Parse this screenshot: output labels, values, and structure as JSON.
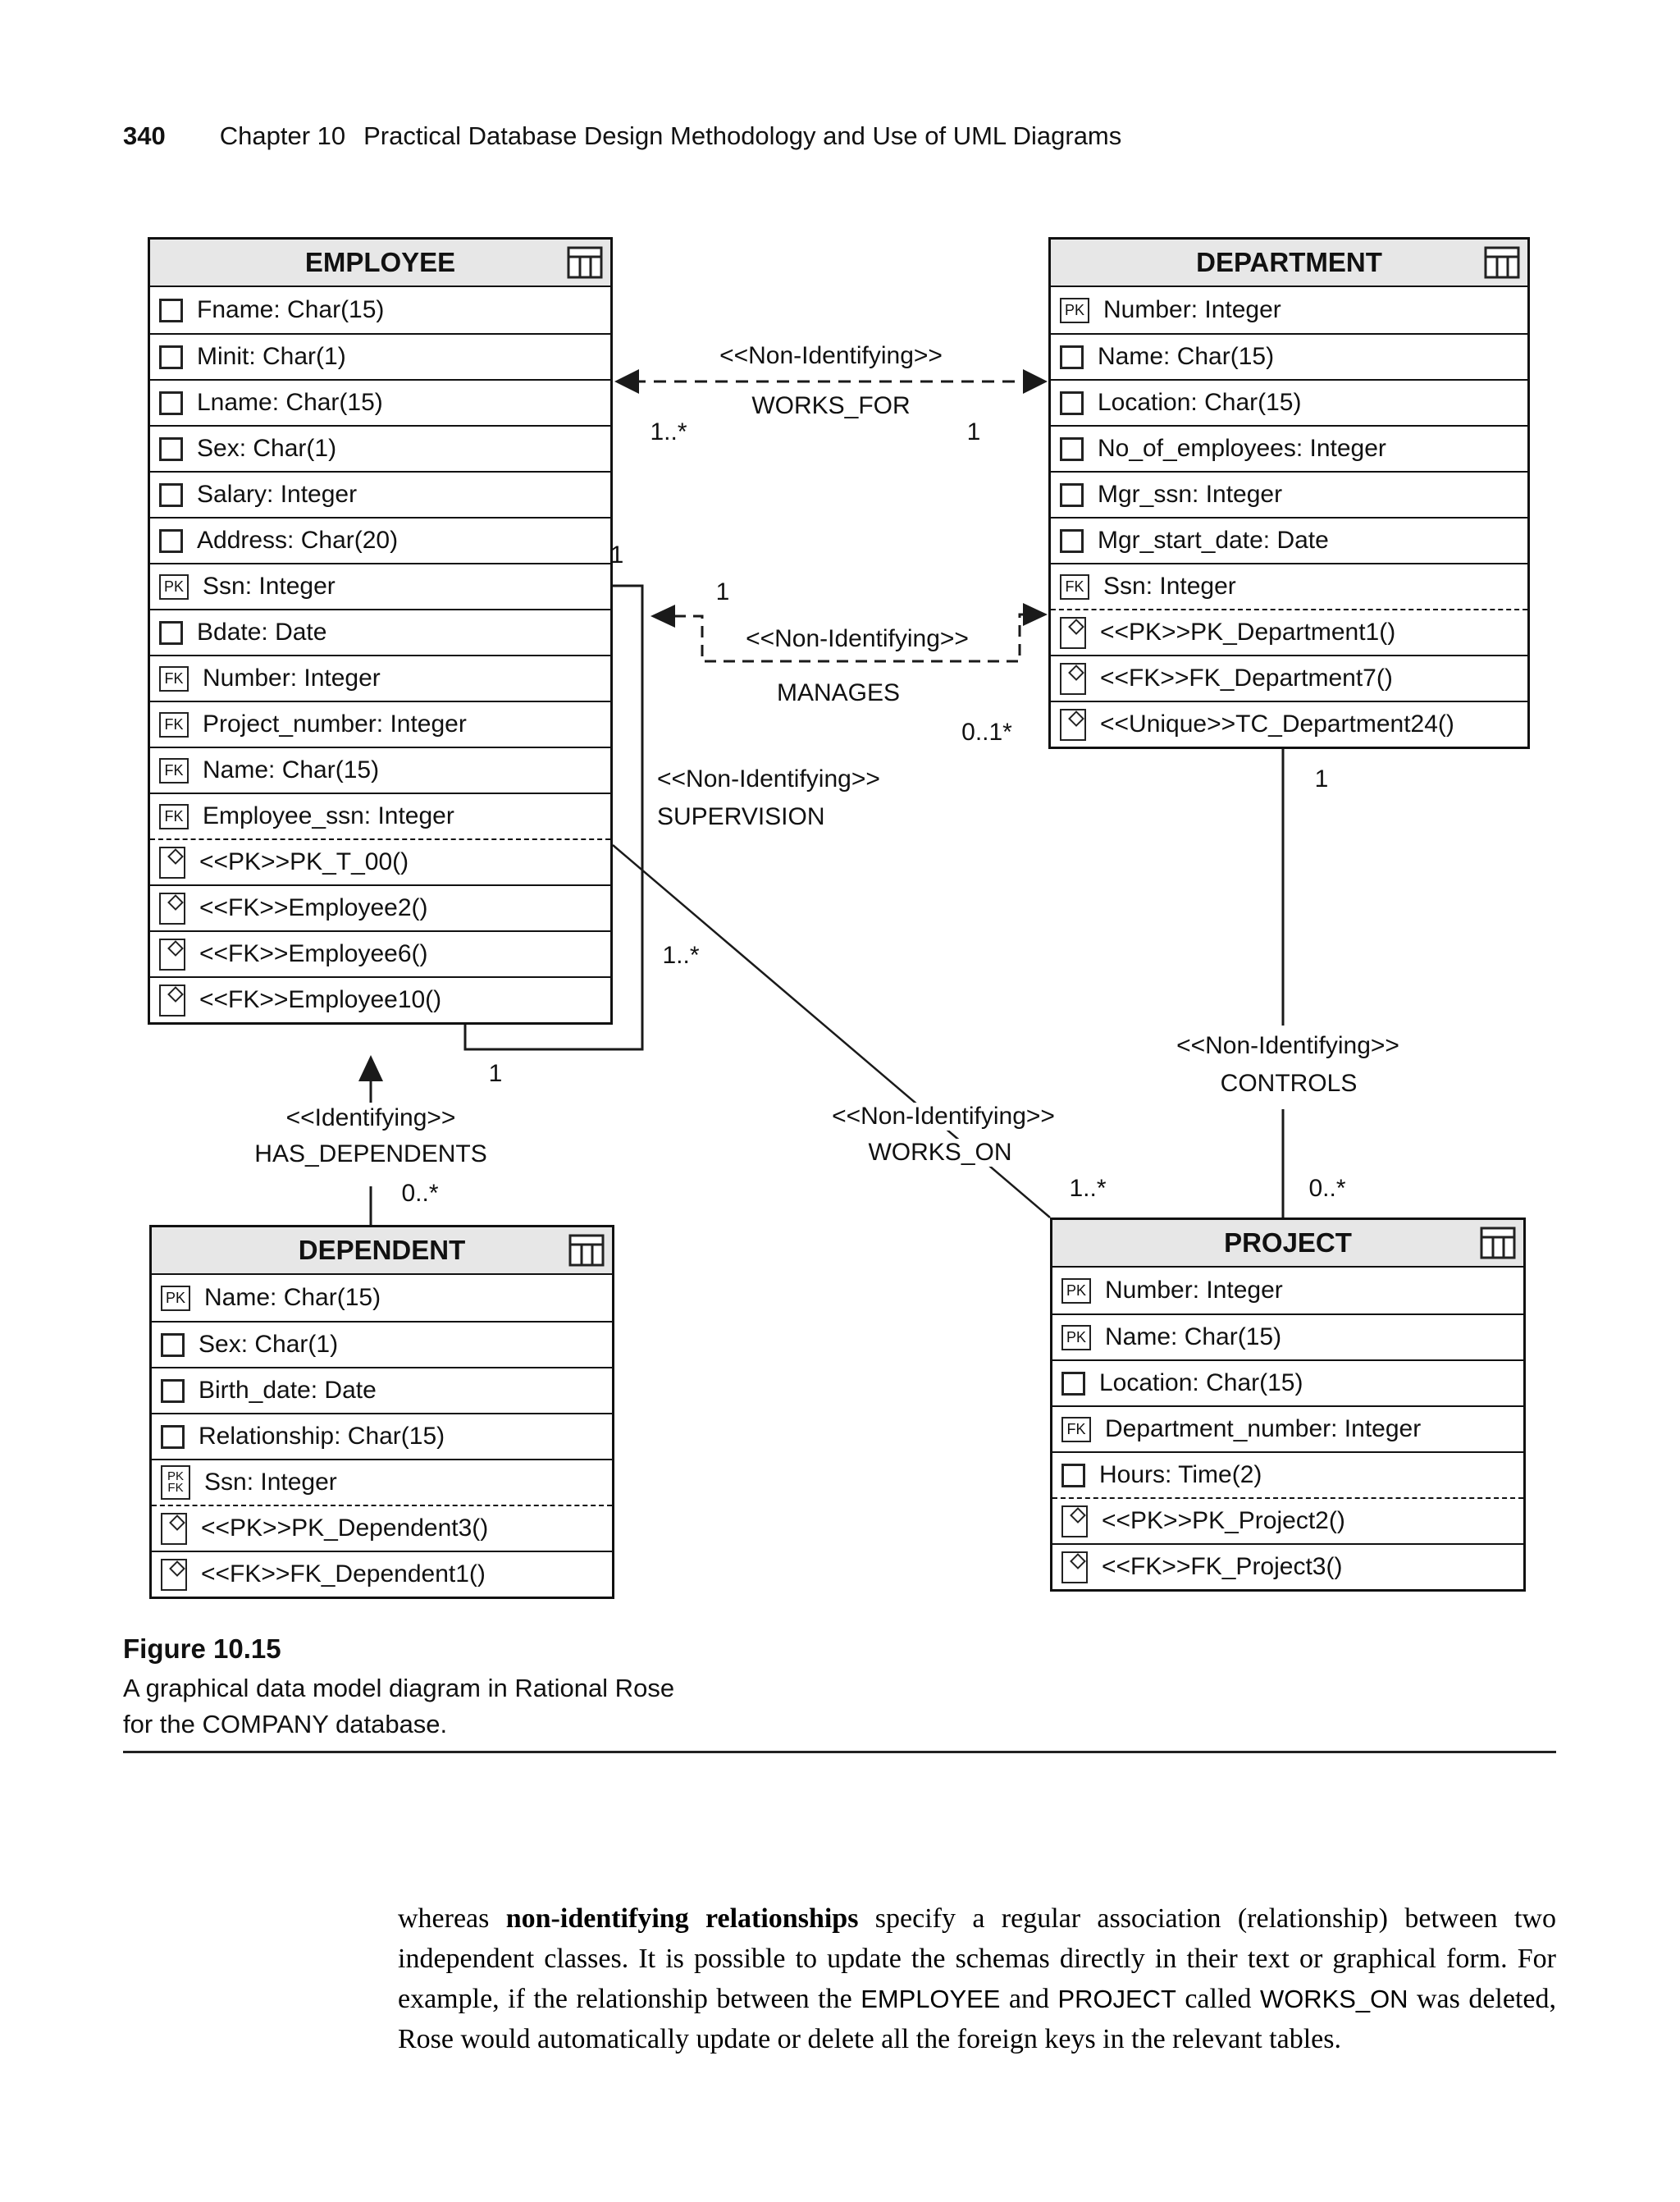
{
  "page": {
    "number": "340",
    "chapter_label": "Chapter 10",
    "chapter_title": "Practical Database Design Methodology and Use of UML Diagrams"
  },
  "diagram": {
    "employee": {
      "title": "EMPLOYEE",
      "rows": [
        {
          "icon": "checkbox-icon",
          "badge": "",
          "label": "Fname: Char(15)"
        },
        {
          "icon": "checkbox-icon",
          "badge": "",
          "label": "Minit: Char(1)"
        },
        {
          "icon": "checkbox-icon",
          "badge": "",
          "label": "Lname: Char(15)"
        },
        {
          "icon": "checkbox-icon",
          "badge": "",
          "label": "Sex: Char(1)"
        },
        {
          "icon": "checkbox-icon",
          "badge": "",
          "label": "Salary: Integer"
        },
        {
          "icon": "checkbox-icon",
          "badge": "",
          "label": "Address: Char(20)"
        },
        {
          "icon": "pk-icon",
          "badge": "PK",
          "label": "Ssn: Integer"
        },
        {
          "icon": "checkbox-icon",
          "badge": "",
          "label": "Bdate: Date"
        },
        {
          "icon": "fk-icon",
          "badge": "FK",
          "label": "Number: Integer"
        },
        {
          "icon": "fk-icon",
          "badge": "FK",
          "label": "Project_number: Integer"
        },
        {
          "icon": "fk-icon",
          "badge": "FK",
          "label": "Name: Char(15)"
        },
        {
          "icon": "fk-icon",
          "badge": "FK",
          "label": "Employee_ssn: Integer"
        },
        {
          "icon": "operation-icon",
          "badge": "",
          "label": "<<PK>>PK_T_00()",
          "cls": "sep-row"
        },
        {
          "icon": "operation-icon",
          "badge": "",
          "label": "<<FK>>Employee2()"
        },
        {
          "icon": "operation-icon",
          "badge": "",
          "label": "<<FK>>Employee6()"
        },
        {
          "icon": "operation-icon",
          "badge": "",
          "label": "<<FK>>Employee10()"
        }
      ]
    },
    "department": {
      "title": "DEPARTMENT",
      "rows": [
        {
          "icon": "pk-icon",
          "badge": "PK",
          "label": "Number: Integer"
        },
        {
          "icon": "checkbox-icon",
          "badge": "",
          "label": "Name: Char(15)"
        },
        {
          "icon": "checkbox-icon",
          "badge": "",
          "label": "Location: Char(15)"
        },
        {
          "icon": "checkbox-icon",
          "badge": "",
          "label": "No_of_employees: Integer"
        },
        {
          "icon": "checkbox-icon",
          "badge": "",
          "label": "Mgr_ssn: Integer"
        },
        {
          "icon": "checkbox-icon",
          "badge": "",
          "label": "Mgr_start_date: Date"
        },
        {
          "icon": "fk-icon",
          "badge": "FK",
          "label": "Ssn: Integer"
        },
        {
          "icon": "operation-icon",
          "badge": "",
          "label": "<<PK>>PK_Department1()",
          "cls": "sep-row"
        },
        {
          "icon": "operation-icon",
          "badge": "",
          "label": "<<FK>>FK_Department7()"
        },
        {
          "icon": "operation-icon",
          "badge": "",
          "label": "<<Unique>>TC_Department24()"
        }
      ]
    },
    "dependent": {
      "title": "DEPENDENT",
      "rows": [
        {
          "icon": "pk-icon",
          "badge": "PK",
          "label": "Name: Char(15)"
        },
        {
          "icon": "checkbox-icon",
          "badge": "",
          "label": "Sex: Char(1)"
        },
        {
          "icon": "checkbox-icon",
          "badge": "",
          "label": "Birth_date: Date"
        },
        {
          "icon": "checkbox-icon",
          "badge": "",
          "label": "Relationship: Char(15)"
        },
        {
          "icon": "pk-fk-icon",
          "badge": "PK\nFK",
          "label": "Ssn: Integer"
        },
        {
          "icon": "operation-icon",
          "badge": "",
          "label": "<<PK>>PK_Dependent3()",
          "cls": "sep-row"
        },
        {
          "icon": "operation-icon",
          "badge": "",
          "label": "<<FK>>FK_Dependent1()"
        }
      ]
    },
    "project": {
      "title": "PROJECT",
      "rows": [
        {
          "icon": "pk-icon",
          "badge": "PK",
          "label": "Number: Integer"
        },
        {
          "icon": "pk-icon",
          "badge": "PK",
          "label": "Name: Char(15)"
        },
        {
          "icon": "checkbox-icon",
          "badge": "",
          "label": "Location: Char(15)"
        },
        {
          "icon": "fk-icon",
          "badge": "FK",
          "label": "Department_number: Integer"
        },
        {
          "icon": "checkbox-icon",
          "badge": "",
          "label": "Hours: Time(2)"
        },
        {
          "icon": "operation-icon",
          "badge": "",
          "label": "<<PK>>PK_Project2()",
          "cls": "sep-row"
        },
        {
          "icon": "operation-icon",
          "badge": "",
          "label": "<<FK>>FK_Project3()"
        }
      ]
    },
    "relationships": {
      "works_for": {
        "stereotype": "<<Non-Identifying>>",
        "name": "WORKS_FOR",
        "mult_employee": "1..*",
        "mult_department": "1"
      },
      "manages": {
        "stereotype": "<<Non-Identifying>>",
        "name": "MANAGES",
        "mult_employee": "1",
        "mult_department": "0..1*"
      },
      "supervision": {
        "stereotype": "<<Non-Identifying>>",
        "name": "SUPERVISION",
        "mult_top": "1",
        "mult_loop": "1..*"
      },
      "has_dependents": {
        "stereotype": "<<Identifying>>",
        "name": "HAS_DEPENDENTS",
        "mult_employee": "1",
        "mult_dependent": "0..*"
      },
      "controls": {
        "stereotype": "<<Non-Identifying>>",
        "name": "CONTROLS",
        "mult_department": "1",
        "mult_project": "0..*"
      },
      "works_on": {
        "stereotype": "<<Non-Identifying>>",
        "name": "WORKS_ON",
        "mult_project": "1..*"
      }
    }
  },
  "caption": {
    "label": "Figure 10.15",
    "line1": "A graphical data model diagram in Rational Rose",
    "line2": "for the COMPANY database."
  },
  "body": {
    "segments": [
      {
        "t": "whereas ",
        "s": "plain"
      },
      {
        "t": "non-identifying relationships",
        "s": "bold"
      },
      {
        "t": " specify a regular association (relationship) between two independent classes. It is possible to update the schemas directly in their text or graphical form. For example, if the relationship between the ",
        "s": "plain"
      },
      {
        "t": "EMPLOYEE",
        "s": "code"
      },
      {
        "t": " and ",
        "s": "plain"
      },
      {
        "t": "PROJECT",
        "s": "code"
      },
      {
        "t": " called ",
        "s": "plain"
      },
      {
        "t": "WORKS_ON",
        "s": "code"
      },
      {
        "t": " was deleted, Rose would automatically update or delete all the foreign keys in the relevant tables.",
        "s": "plain"
      }
    ]
  }
}
